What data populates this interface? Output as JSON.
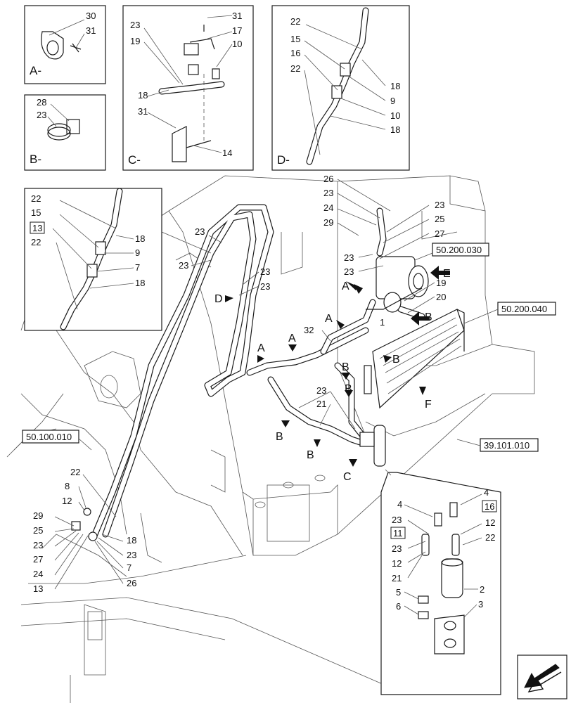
{
  "panels": {
    "A": {
      "letter": "A-",
      "callouts": [
        "30",
        "31"
      ]
    },
    "B": {
      "letter": "B-",
      "callouts": [
        "28",
        "23"
      ]
    },
    "C": {
      "letter": "C-",
      "callouts": [
        "23",
        "31",
        "19",
        "17",
        "10",
        "18",
        "31",
        "14"
      ]
    },
    "D": {
      "letter": "D-",
      "callouts": [
        "22",
        "15",
        "16",
        "22",
        "18",
        "9",
        "10",
        "18"
      ]
    },
    "inset": {
      "callouts": [
        "22",
        "15",
        "13",
        "22",
        "18",
        "9",
        "7",
        "18"
      ]
    },
    "receiver": {
      "callouts": [
        "4",
        "4",
        "16",
        "23",
        "12",
        "11",
        "22",
        "23",
        "12",
        "21",
        "2",
        "5",
        "6",
        "3"
      ]
    }
  },
  "refs": {
    "r1": "50.200.030",
    "r2": "50.200.040",
    "r3": "50.100.010",
    "r4": "39.101.010"
  },
  "view_arrows": {
    "A": "A",
    "B": "B",
    "C": "C",
    "D": "D",
    "E": "E",
    "F": "F"
  },
  "main_callouts": {
    "c26": "26",
    "c23a": "23",
    "c24": "24",
    "c29": "29",
    "c23b": "23",
    "c25": "25",
    "c27": "27",
    "c23c": "23",
    "c23d": "23",
    "c19": "19",
    "c20": "20",
    "c1": "1",
    "c32": "32",
    "c23e": "23",
    "c23f": "23",
    "c23g": "23",
    "c23h": "23",
    "c23i": "23",
    "c21": "21",
    "l22": "22",
    "l8": "8",
    "l12": "12",
    "l29": "29",
    "l25": "25",
    "l23": "23",
    "l27": "27",
    "l24": "24",
    "l13": "13",
    "l18": "18",
    "l23b": "23",
    "l7": "7",
    "l26": "26"
  }
}
